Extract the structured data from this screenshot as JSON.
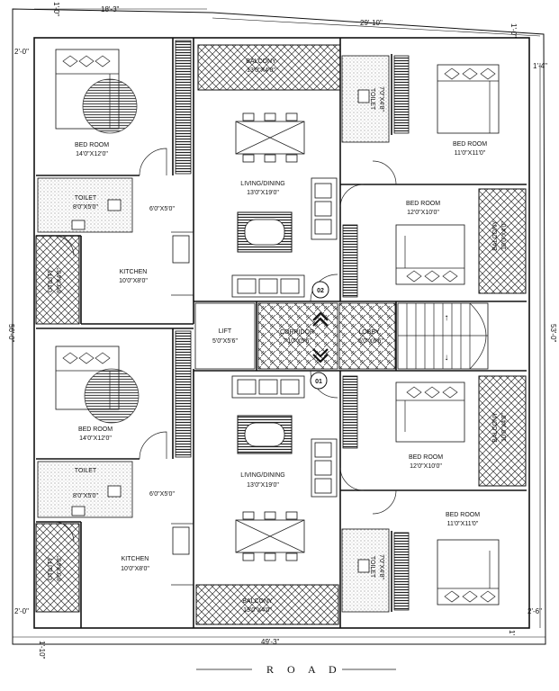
{
  "dimensions": {
    "top_left_width": "18'-3\"",
    "top_right_width": "29'-10\"",
    "top_left_offset": "1'-0\"",
    "top_right_offset": "1'-0\"",
    "left_top_offset": "2'-0\"",
    "right_top_offset": "1'-4\"",
    "left_height": "56'-0\"",
    "right_height": "53'-0\"",
    "bottom_width": "49'-3\"",
    "left_bottom_offset": "2'-0\"",
    "right_bottom_offset": "2'-6\"",
    "bottom_left_offset": "1'-10\"",
    "bottom_right_offset": "1'"
  },
  "rooms": {
    "balcony_top": {
      "name": "BALCONY",
      "size": "13'0\"X4'0\""
    },
    "bed_tl": {
      "name": "BED ROOM",
      "size": "14'0\"X12'0\""
    },
    "toilet_tl": {
      "name": "TOILET",
      "size": "8'0\"X5'0\""
    },
    "passage_tl": {
      "size": "6'0\"X5'0\""
    },
    "living_top": {
      "name": "LIVING/DINING",
      "size": "13'0\"X19'0\""
    },
    "toilet_tr": {
      "name": "TOILET",
      "size": "7'0\"X4'8\""
    },
    "bed_tr": {
      "name": "BED ROOM",
      "size": "11'0\"X11'0\""
    },
    "bed_mid_top": {
      "name": "BED ROOM",
      "size": "12'0\"X10'0\""
    },
    "balcony_right_top": {
      "name": "BALCONY",
      "size": "10'0\"X4'0\""
    },
    "utility_top": {
      "name": "UTILITY",
      "size": "8'0\"X4'0\""
    },
    "kitchen_top": {
      "name": "KITCHEN",
      "size": "10'0\"X8'0\""
    },
    "flat_02": "02",
    "lift": {
      "name": "LIFT",
      "size": "5'0\"X5'6\""
    },
    "corridor": {
      "name": "CORRIDOR",
      "size": "7'10\"X5'6\""
    },
    "lobby": {
      "name": "LOBBY",
      "size": "5'0\"X6'6\""
    },
    "flat_01": "01",
    "bed_bl": {
      "name": "BED ROOM",
      "size": "14'0\"X12'0\""
    },
    "toilet_bl": {
      "name": "TOILET",
      "size": "8'0\"X5'0\""
    },
    "passage_bl": {
      "size": "6'0\"X5'0\""
    },
    "living_bottom": {
      "name": "LIVING/DINING",
      "size": "13'0\"X19'0\""
    },
    "bed_mid_bottom": {
      "name": "BED ROOM",
      "size": "12'0\"X10'0\""
    },
    "balcony_right_bottom": {
      "name": "BALCONY",
      "size": "10'0\"X4'0\""
    },
    "bed_br": {
      "name": "BED ROOM",
      "size": "11'0\"X11'0\""
    },
    "toilet_br": {
      "name": "TOILET",
      "size": "7'0\"X4'8\""
    },
    "utility_bottom": {
      "name": "UTILITY",
      "size": "8'0\"X4'0\""
    },
    "kitchen_bottom": {
      "name": "KITCHEN",
      "size": "10'0\"X8'0\""
    },
    "balcony_bottom": {
      "name": "BALCONY",
      "size": "13'0\"X4'0\""
    }
  },
  "road_label": "R O A D"
}
